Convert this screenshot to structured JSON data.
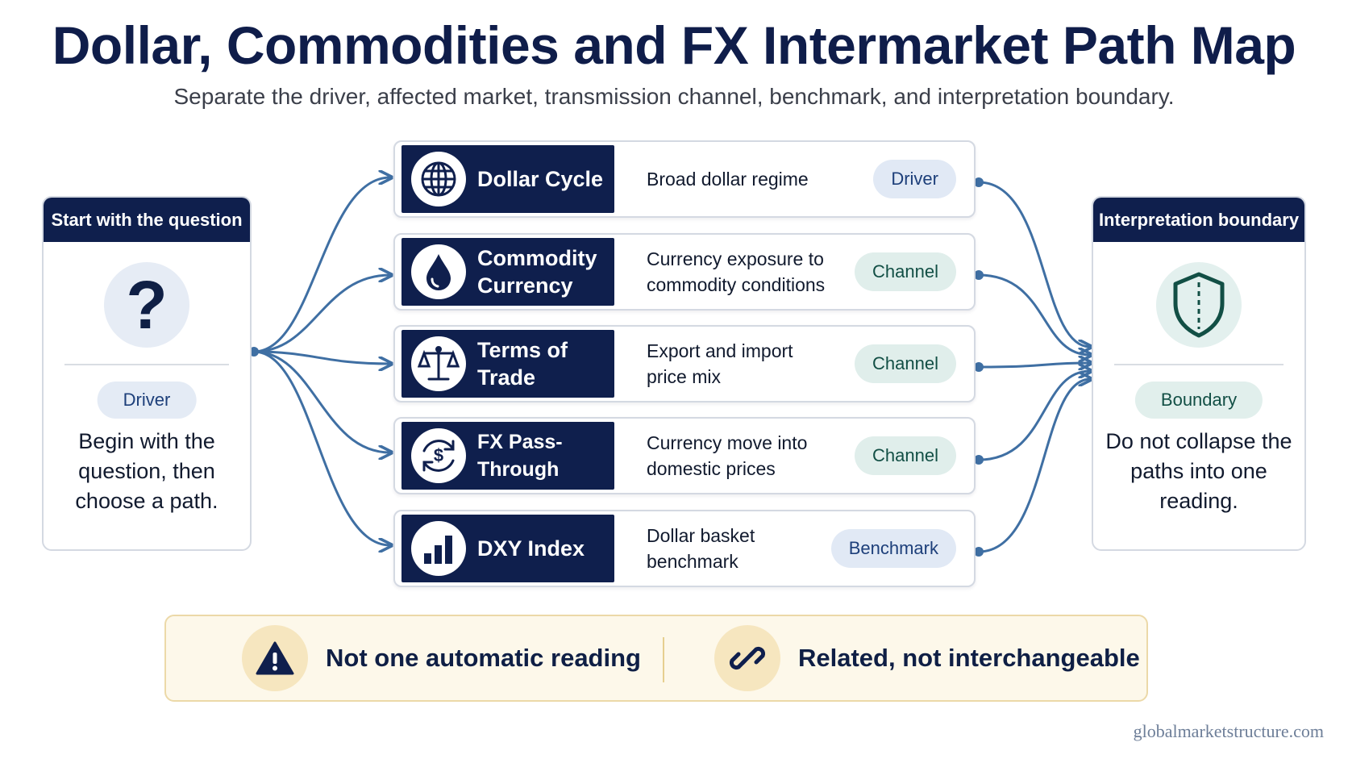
{
  "title": "Dollar, Commodities and FX Intermarket Path Map",
  "subtitle": "Separate the driver, affected market, transmission channel, benchmark, and interpretation boundary.",
  "left_card": {
    "header": "Start with the question",
    "icon": "question-mark-icon",
    "pill": "Driver",
    "body": "Begin with the question, then choose a path."
  },
  "right_card": {
    "header": "Interpretation boundary",
    "icon": "shield-icon",
    "pill": "Boundary",
    "body": "Do not collapse the paths into one reading."
  },
  "rows": [
    {
      "name": "Dollar Cycle",
      "icon": "globe-icon",
      "desc": "Broad dollar regime",
      "tag": "Driver"
    },
    {
      "name": "Commodity Currency",
      "icon": "oil-drop-icon",
      "desc": "Currency exposure to commodity conditions",
      "tag": "Channel"
    },
    {
      "name": "Terms of Trade",
      "icon": "scales-icon",
      "desc": "Export and import price mix",
      "tag": "Channel"
    },
    {
      "name": "FX Pass-Through",
      "icon": "dollar-cycle-icon",
      "desc": "Currency move into domestic prices",
      "tag": "Channel"
    },
    {
      "name": "DXY Index",
      "icon": "bar-chart-icon",
      "desc": "Dollar basket benchmark",
      "tag": "Benchmark"
    }
  ],
  "banner": {
    "item1": {
      "icon": "warning-icon",
      "text": "Not one automatic reading"
    },
    "item2": {
      "icon": "link-icon",
      "text": "Related, not interchangeable"
    }
  },
  "footer": "globalmarketstructure.com",
  "colors": {
    "navy": "#0f1f4d",
    "accent_line": "#3f6fa3",
    "teal": "#124f45",
    "banner_bg": "#fdf8ea"
  }
}
